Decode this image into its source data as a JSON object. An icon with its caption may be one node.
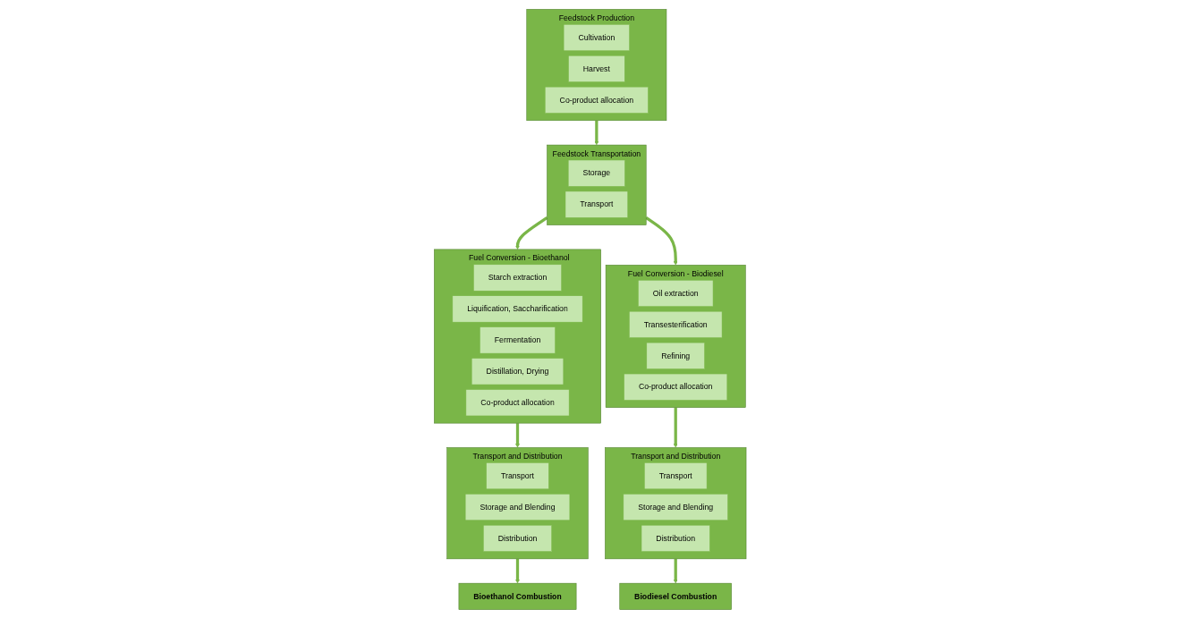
{
  "diagram": {
    "nodes": [
      {
        "text": [
          "Feedstock Production"
        ]
      },
      {
        "text": [
          "Cultivation"
        ],
        "in": 0
      },
      {
        "text": [
          "Harvest"
        ],
        "in": 0
      },
      {
        "text": [
          "Co-product allocation"
        ],
        "in": 0
      },
      {
        "text": [
          "Feedstock Transportation"
        ]
      },
      {
        "text": [
          "Storage"
        ],
        "in": 4
      },
      {
        "text": [
          "Transport"
        ],
        "in": 4
      },
      {
        "text": [
          "Fuel Conversion - Bioethanol"
        ]
      },
      {
        "text": [
          "Starch extraction"
        ],
        "in": 7
      },
      {
        "text": [
          "Liquification, Saccharification"
        ],
        "in": 7
      },
      {
        "text": [
          "Fermentation"
        ],
        "in": 7
      },
      {
        "text": [
          "Distillation, Drying"
        ],
        "in": 7
      },
      {
        "text": [
          "Co-product allocation"
        ],
        "in": 7
      },
      {
        "text": [
          "Fuel Conversion - Biodiesel"
        ]
      },
      {
        "text": [
          "Oil extraction"
        ],
        "in": 13
      },
      {
        "text": [
          "Transesterification"
        ],
        "in": 13
      },
      {
        "text": [
          "Refining"
        ],
        "in": 13
      },
      {
        "text": [
          "Co-product allocation"
        ],
        "in": 13
      },
      {
        "text": [
          "Transport and Distribution"
        ]
      },
      {
        "text": [
          "Transport"
        ],
        "in": 18
      },
      {
        "text": [
          "Storage and Blending"
        ],
        "in": 18
      },
      {
        "text": [
          "Distribution"
        ],
        "in": 18
      },
      {
        "text": [
          "Transport and Distribution"
        ]
      },
      {
        "text": [
          "Transport"
        ],
        "in": 22
      },
      {
        "text": [
          "Storage and Blending"
        ],
        "in": 22
      },
      {
        "text": [
          "Distribution"
        ],
        "in": 22
      },
      {
        "text": [
          "Bioethanol Combustion"
        ]
      },
      {
        "text": [
          "Biodiesel Combustion"
        ]
      }
    ],
    "edges": [
      {
        "from": 0,
        "to": 4,
        "arrow": "to"
      },
      {
        "from": 4,
        "to": 7,
        "arrow": "to"
      },
      {
        "from": 4,
        "to": 13,
        "arrow": "to"
      },
      {
        "from": 7,
        "to": 18,
        "arrow": "to"
      },
      {
        "from": 13,
        "to": 22,
        "arrow": "to"
      },
      {
        "from": 18,
        "to": 26,
        "arrow": "to"
      },
      {
        "from": 22,
        "to": 27,
        "arrow": "to"
      }
    ]
  }
}
